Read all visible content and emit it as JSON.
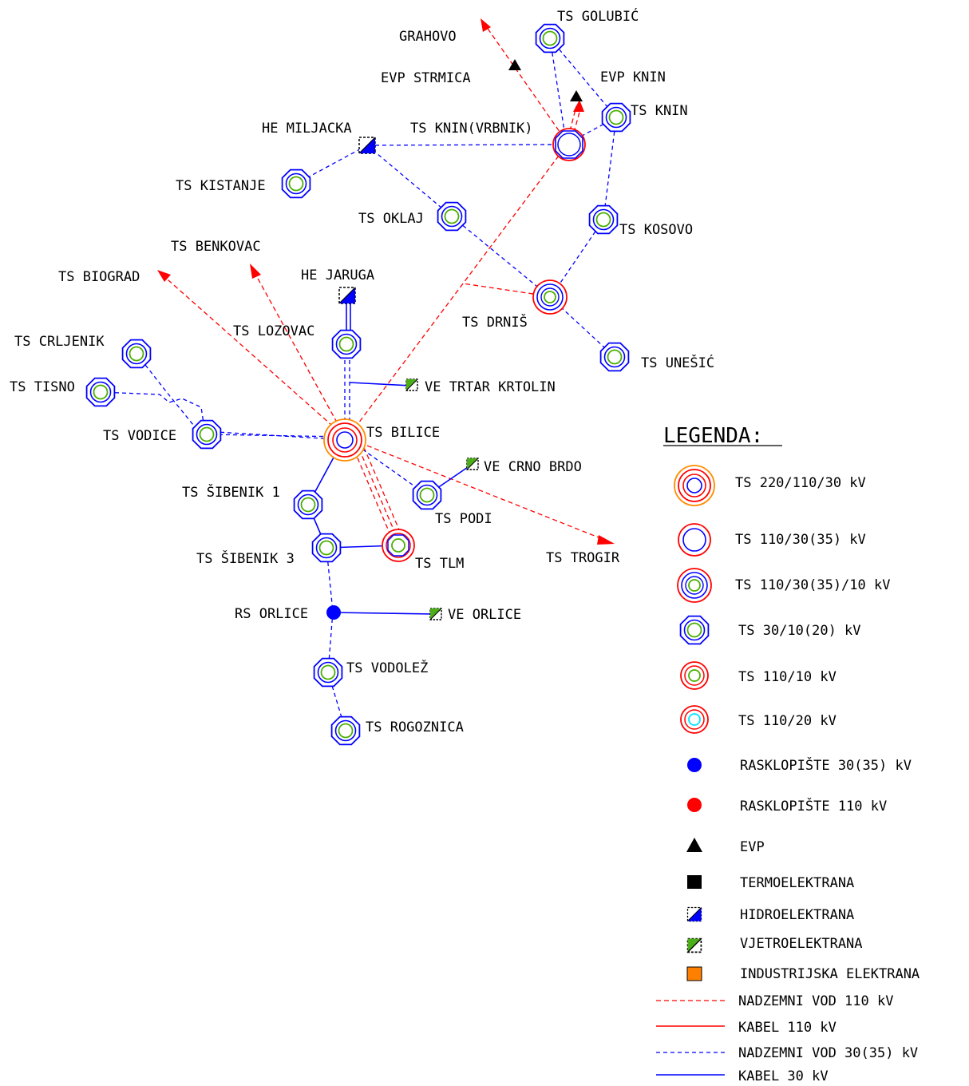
{
  "colors": {
    "line110": "#ff0000",
    "line30": "#0000ff",
    "ring220": "#ff8c00",
    "ring110": "#ff0000",
    "ring30": "#0000ff",
    "inner10": "#4caf00",
    "inner20": "#00e5ff",
    "wind": "#4caf1a",
    "hydro": "#0000ff",
    "industry": "#ff8000",
    "black": "#000000"
  },
  "labels": {
    "golubic": "TS GOLUBIĆ",
    "grahovo": "GRAHOVO",
    "evp_strmica": "EVP STRMICA",
    "evp_knin": "EVP KNIN",
    "ts_knin": "TS KNIN",
    "he_miljacka": "HE MILJACKA",
    "ts_knin_vrbnik": "TS KNIN(VRBNIK)",
    "ts_kistanje": "TS KISTANJE",
    "ts_oklaj": "TS OKLAJ",
    "ts_kosovo": "TS KOSOVO",
    "ts_benkovac": "TS BENKOVAC",
    "ts_biograd": "TS BIOGRAD",
    "he_jaruga": "HE JARUGA",
    "ts_lozovac": "TS LOZOVAC",
    "ts_drnis": "TS DRNIŠ",
    "ts_crljenik": "TS CRLJENIK",
    "ts_unesic": "TS UNEŠIĆ",
    "ts_tisno": "TS TISNO",
    "ve_trtar": "VE TRTAR KRTOLIN",
    "ts_vodice": "TS VODICE",
    "ts_bilice": "TS BILICE",
    "ve_crno_brdo": "VE CRNO BRDO",
    "ts_sibenik1": "TS ŠIBENIK 1",
    "ts_podi": "TS PODI",
    "ts_sibenik3": "TS ŠIBENIK 3",
    "ts_tlm": "TS TLM",
    "ts_trogir": "TS TROGIR",
    "rs_orlice": "RS ORLICE",
    "ve_orlice": "VE ORLICE",
    "ts_vodolez": "TS VODOLEŽ",
    "ts_rogoznica": "TS ROGOZNICA"
  },
  "legend": {
    "title": "LEGENDA:",
    "items": [
      {
        "icon": "ts-220-110-30-icon",
        "label": "TS 220/110/30 kV"
      },
      {
        "icon": "ts-110-30-icon",
        "label": "TS 110/30(35) kV"
      },
      {
        "icon": "ts-110-30-10-icon",
        "label": "TS 110/30(35)/10 kV"
      },
      {
        "icon": "ts-30-10-icon",
        "label": "TS 30/10(20) kV"
      },
      {
        "icon": "ts-110-10-icon",
        "label": "TS 110/10 kV"
      },
      {
        "icon": "ts-110-20-icon",
        "label": "TS 110/20 kV"
      },
      {
        "icon": "switchyard-30-icon",
        "label": "RASKLOPIŠTE 30(35) kV"
      },
      {
        "icon": "switchyard-110-icon",
        "label": "RASKLOPIŠTE 110 kV"
      },
      {
        "icon": "evp-icon",
        "label": "EVP"
      },
      {
        "icon": "thermal-plant-icon",
        "label": "TERMOELEKTRANA"
      },
      {
        "icon": "hydro-plant-icon",
        "label": "HIDROELEKTRANA"
      },
      {
        "icon": "wind-plant-icon",
        "label": "VJETROELEKTRANA"
      },
      {
        "icon": "industrial-plant-icon",
        "label": "INDUSTRIJSKA ELEKTRANA"
      },
      {
        "icon": "overhead-110-line-icon",
        "label": "NADZEMNI VOD 110 kV"
      },
      {
        "icon": "cable-110-line-icon",
        "label": "KABEL 110 kV"
      },
      {
        "icon": "overhead-30-line-icon",
        "label": "NADZEMNI VOD 30(35) kV"
      },
      {
        "icon": "cable-30-line-icon",
        "label": "KABEL 30 kV"
      }
    ]
  }
}
